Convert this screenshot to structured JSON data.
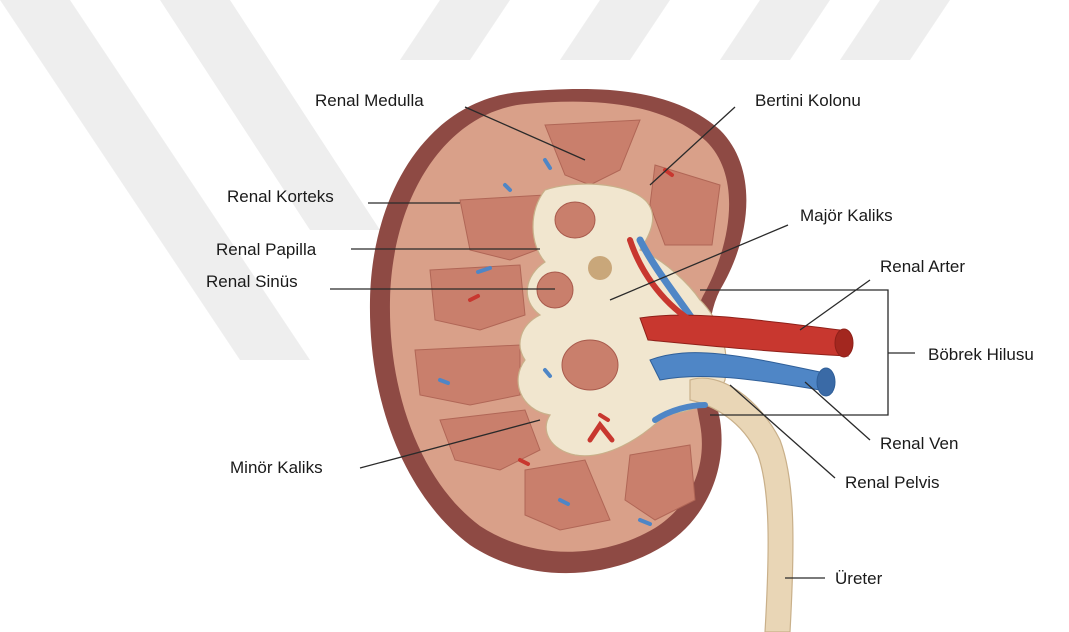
{
  "labels": {
    "renal_medulla": "Renal Medulla",
    "bertini_kolonu": "Bertini Kolonu",
    "renal_korteks": "Renal Korteks",
    "major_kaliks": "Majör Kaliks",
    "renal_papilla": "Renal Papilla",
    "renal_arter": "Renal Arter",
    "renal_sinus": "Renal Sinüs",
    "bobrek_hilusu": "Böbrek Hilusu",
    "minor_kaliks": "Minör Kaliks",
    "renal_ven": "Renal Ven",
    "renal_pelvis": "Renal Pelvis",
    "ureter": "Üreter"
  },
  "colors": {
    "capsule": "#8e4a44",
    "cortex": "#d9a089",
    "medulla": "#c97f6c",
    "sinus_fat": "#f1e6cf",
    "artery": "#c8372f",
    "vein": "#4f86c6",
    "ureter": "#e9d6b6",
    "watermark": "#eeeeee"
  }
}
